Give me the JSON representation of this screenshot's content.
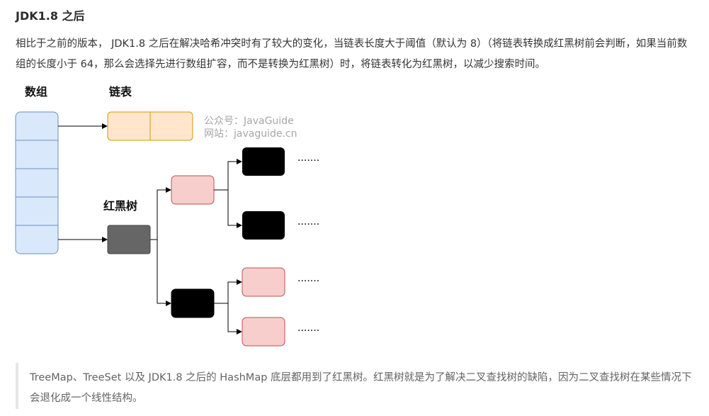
{
  "heading": "JDK1.8 之后",
  "paragraph": "相比于之前的版本， JDK1.8 之后在解决哈希冲突时有了较大的变化，当链表长度大于阈值（默认为 8）（将链表转换成红黑树前会判断，如果当前数组的长度小于 64，那么会选择先进行数组扩容，而不是转换为红黑树）时，将链表转化为红黑树，以减少搜索时间。",
  "diagram": {
    "label_array": "数组",
    "label_list": "链表",
    "label_tree": "红黑树",
    "watermark_line1": "公众号：JavaGuide",
    "watermark_line2": "网站：javaguide.cn",
    "ellipsis": "·······",
    "colors": {
      "array_fill": "#dae8fc",
      "array_stroke": "#6c8ebf",
      "list_fill": "#ffe6cc",
      "list_stroke": "#d79b00",
      "red_fill": "#f8cecc",
      "red_stroke": "#b85450",
      "black_fill": "#000000",
      "gray_fill": "#666666"
    }
  },
  "quote": "TreeMap、TreeSet 以及 JDK1.8 之后的 HashMap 底层都用到了红黑树。红黑树就是为了解决二叉查找树的缺陷，因为二叉查找树在某些情况下会退化成一个线性结构。"
}
